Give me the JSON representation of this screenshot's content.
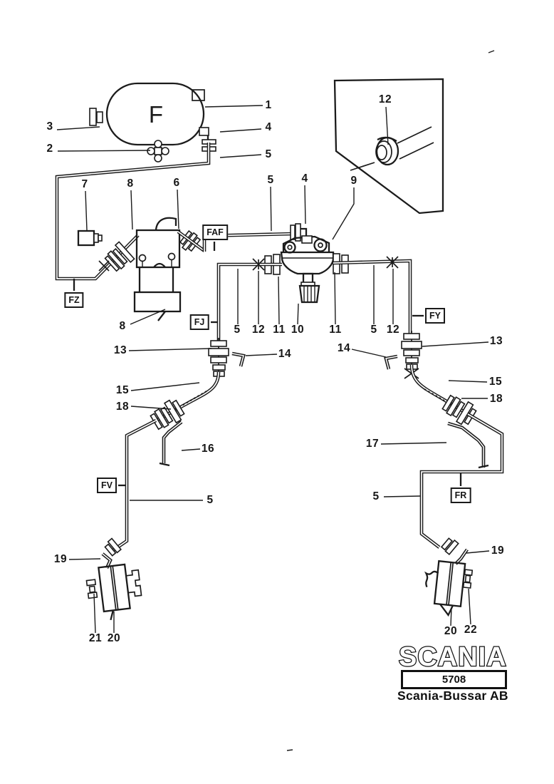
{
  "diagram": {
    "tank_label": "F",
    "boxed_labels": {
      "fz": "FZ",
      "faf": "FAF",
      "fj": "FJ",
      "fy": "FY",
      "fv": "FV",
      "fr": "FR"
    },
    "callouts": {
      "c1": "1",
      "c3": "3",
      "c2": "2",
      "c4": "4",
      "c5_tank": "5",
      "c12_inset": "12",
      "c9": "9",
      "c7": "7",
      "c8_top": "8",
      "c6": "6",
      "c5_mid": "5",
      "c4_mid": "4",
      "c8_low": "8",
      "c5_row_l": "5",
      "c12_row_l": "12",
      "c11_row_l": "11",
      "c10": "10",
      "c11_row_r": "11",
      "c5_row_r": "5",
      "c12_row_r": "12",
      "c13_l": "13",
      "c14_l": "14",
      "c14_r": "14",
      "c13_r": "13",
      "c15_l": "15",
      "c18_l": "18",
      "c16": "16",
      "c15_r": "15",
      "c18_r": "18",
      "c17": "17",
      "c5_bl": "5",
      "c5_br": "5",
      "c19_l": "19",
      "c19_r": "19",
      "c21": "21",
      "c20_l": "20",
      "c20_r": "20",
      "c22": "22"
    }
  },
  "footer": {
    "brand": "SCANIA",
    "drawing_number": "5708",
    "company": "Scania-Bussar AB"
  }
}
